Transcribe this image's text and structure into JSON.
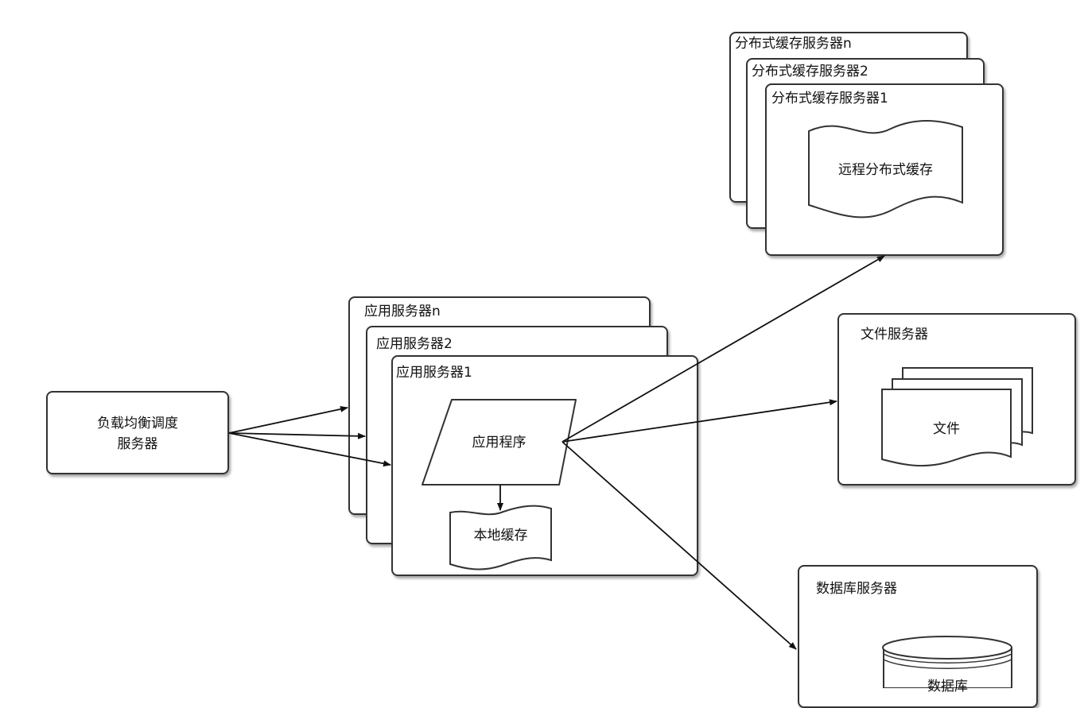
{
  "load_balancer": {
    "line1": "负载均衡调度",
    "line2": "服务器"
  },
  "app_servers": {
    "back": "应用服务器n",
    "middle": "应用服务器2",
    "front": "应用服务器1",
    "program": "应用程序",
    "local_cache": "本地缓存"
  },
  "cache_servers": {
    "back": "分布式缓存服务器n",
    "middle": "分布式缓存服务器2",
    "front": "分布式缓存服务器1",
    "remote_cache": "远程分布式缓存"
  },
  "file_server": {
    "title": "文件服务器",
    "file": "文件"
  },
  "db_server": {
    "title": "数据库服务器",
    "db": "数据库"
  }
}
